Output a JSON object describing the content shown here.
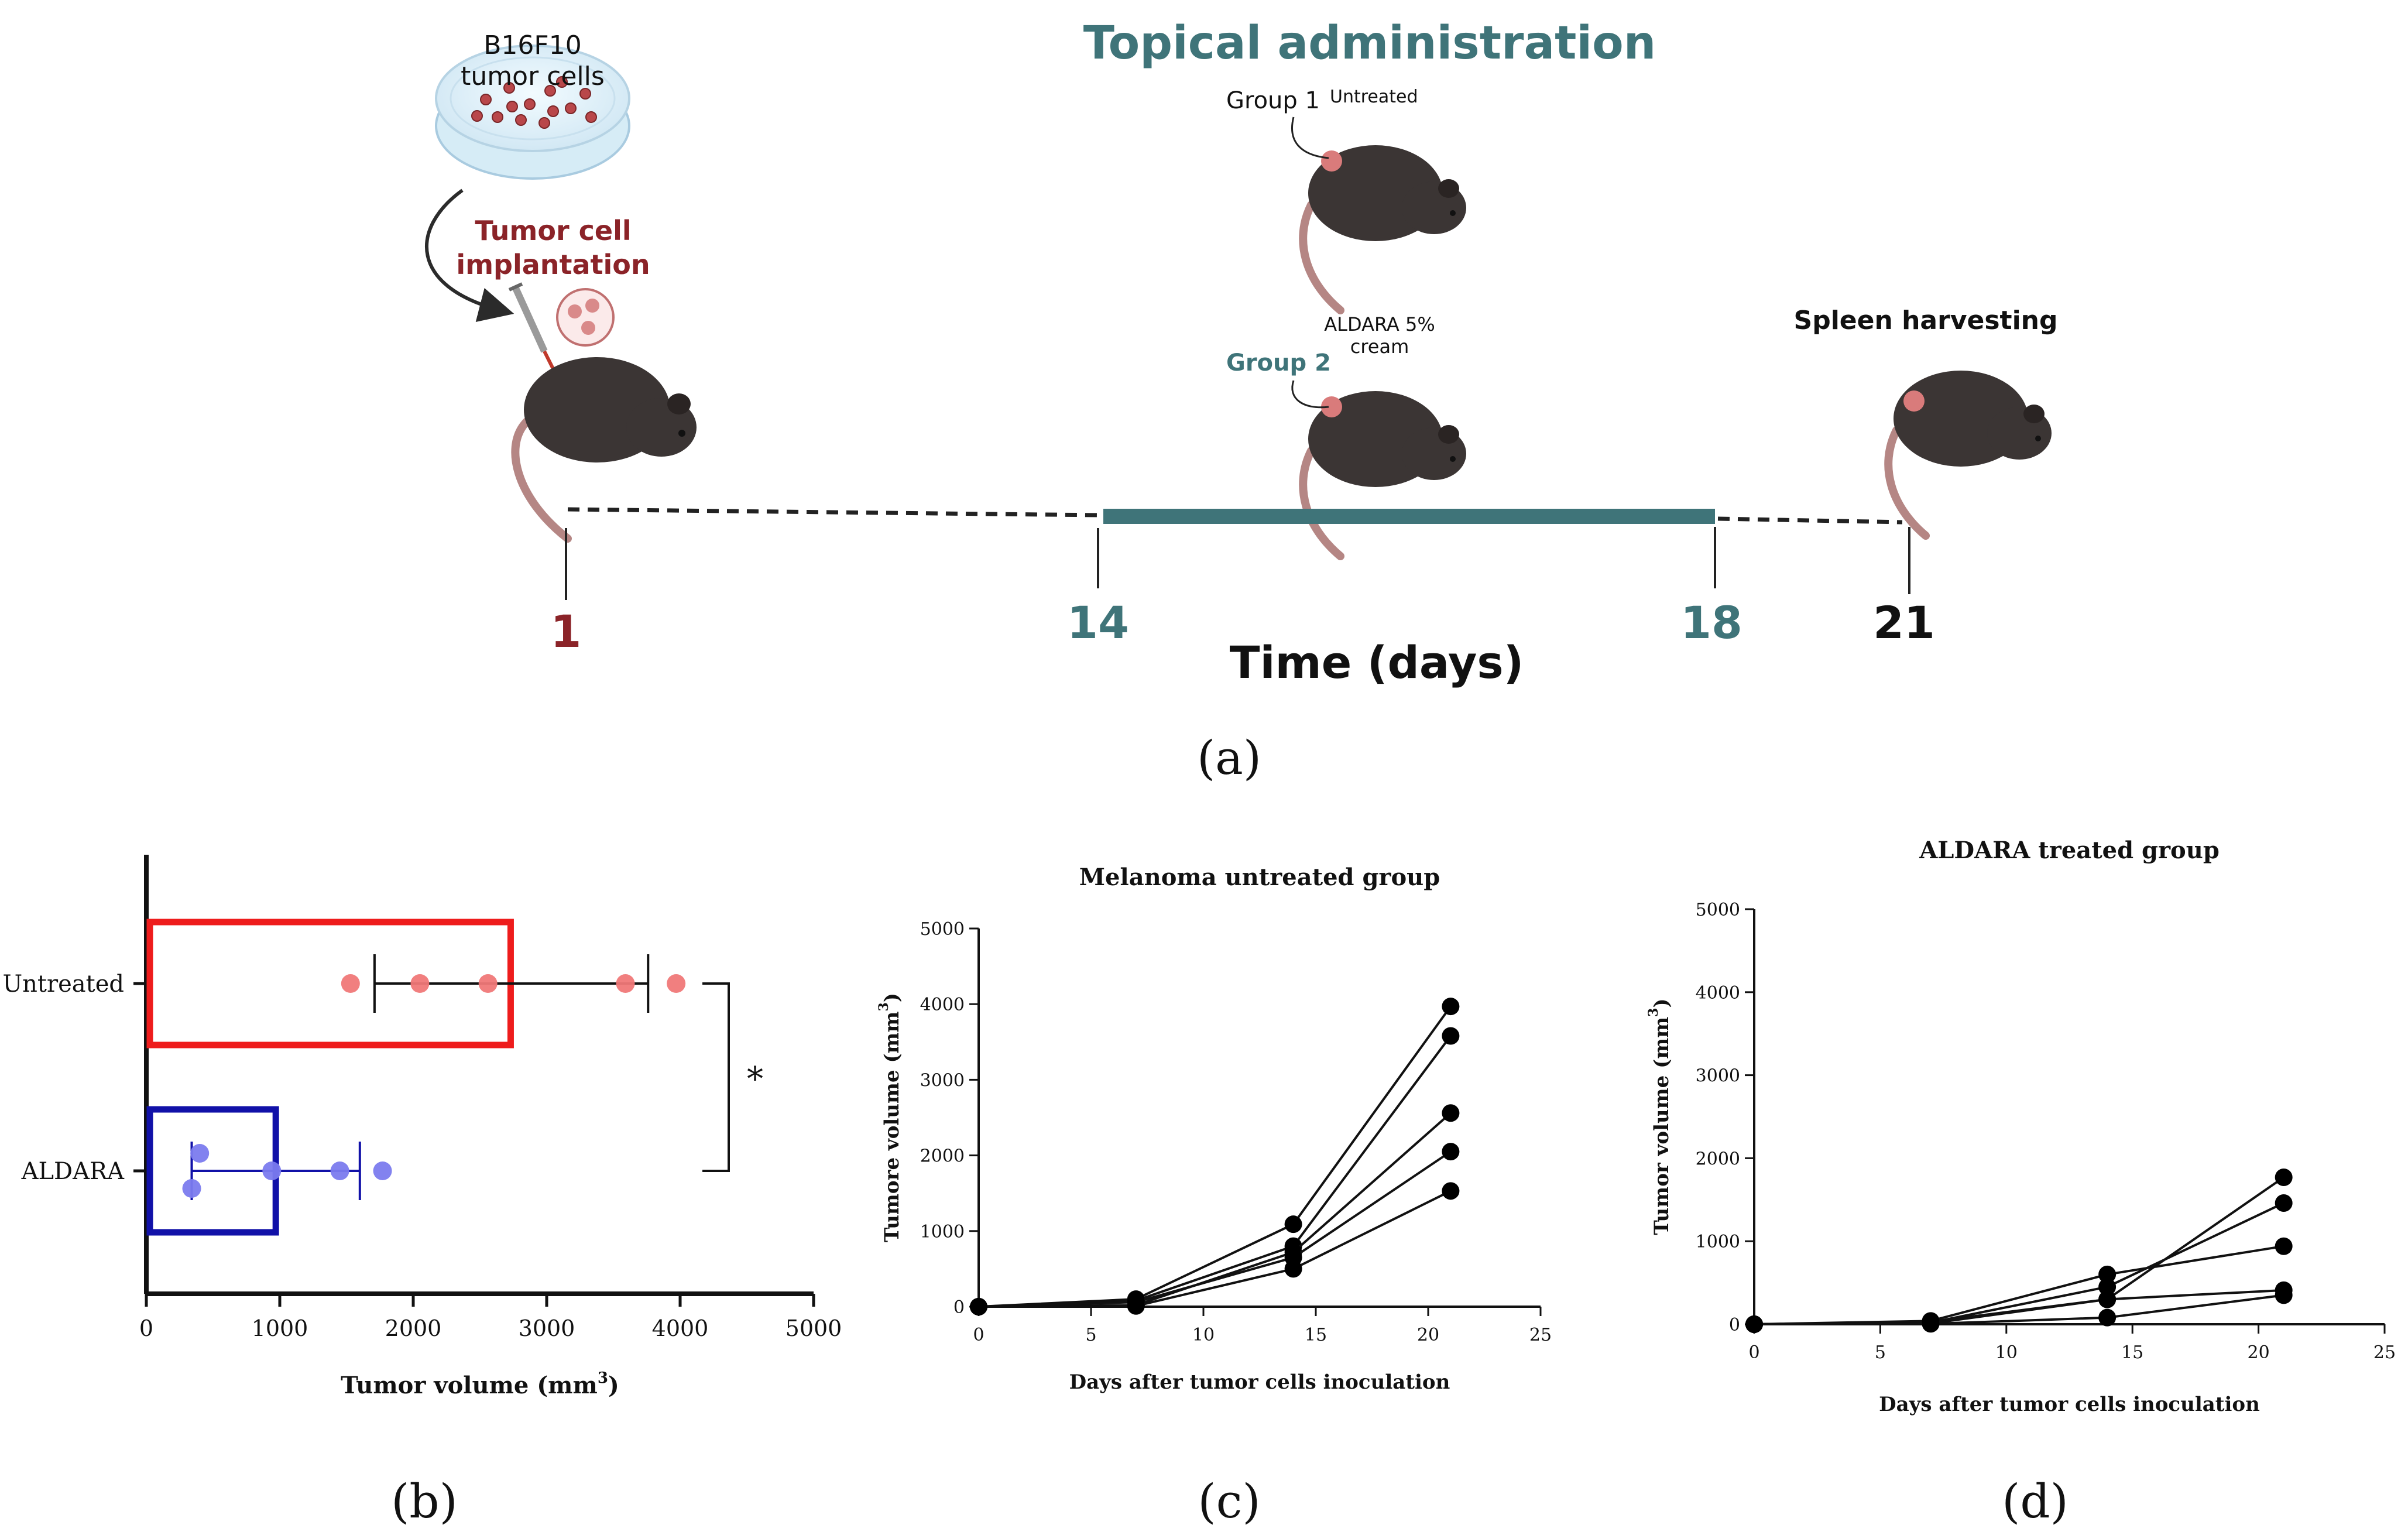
{
  "panel_a": {
    "title": "Topical administration",
    "cells_label_1": "B16F10",
    "cells_label_2": "tumor cells",
    "implant_label_1": "Tumor cell",
    "implant_label_2": "implantation",
    "group1_label": "Group 1",
    "group1_treatment": "Untreated",
    "group2_label": "Group 2",
    "group2_treatment_1": "ALDARA 5%",
    "group2_treatment_2": "cream",
    "harvest_label": "Spleen harvesting",
    "day1": "1",
    "day14": "14",
    "day18": "18",
    "day21": "21",
    "axis_label": "Time (days)",
    "caption": "(a)",
    "colors": {
      "teal": "#3f7479",
      "darkred": "#8b2328",
      "mouse": "#3b3534",
      "tail": "#b58684"
    }
  },
  "chart_data": [
    {
      "type": "bar",
      "orientation": "horizontal",
      "categories": [
        "Untreated",
        "ALDARA"
      ],
      "values": [
        2730,
        970
      ],
      "error_low": [
        1710,
        340
      ],
      "error_high": [
        3760,
        1600
      ],
      "points": [
        [
          1530,
          2050,
          2560,
          3590,
          3970
        ],
        [
          340,
          400,
          940,
          1450,
          1770
        ]
      ],
      "colors": [
        "#ee1c1c",
        "#1111a8"
      ],
      "point_colors": [
        "#f07878",
        "#7b7bee"
      ],
      "xlabel": "Tumor volume (mm",
      "xlabel_sup": "3",
      "xlabel_end": ")",
      "xlim": [
        0,
        5000
      ],
      "xticks": [
        0,
        1000,
        2000,
        3000,
        4000,
        5000
      ],
      "significance": "*",
      "caption": "(b)"
    },
    {
      "type": "line",
      "title": "Melanoma untreated group",
      "xlabel": "Days after tumor cells inoculation",
      "ylabel": "Tumore volume (mm",
      "ylabel_sup": "3",
      "ylabel_end": ")",
      "xlim": [
        0,
        25
      ],
      "ylim": [
        0,
        5000
      ],
      "xticks": [
        0,
        5,
        10,
        15,
        20,
        25
      ],
      "yticks": [
        0,
        1000,
        2000,
        3000,
        4000,
        5000
      ],
      "x": [
        0,
        7,
        14,
        21
      ],
      "series": [
        {
          "values": [
            0,
            100,
            1090,
            3970
          ]
        },
        {
          "values": [
            0,
            80,
            800,
            3580
          ]
        },
        {
          "values": [
            0,
            20,
            720,
            2560
          ]
        },
        {
          "values": [
            0,
            60,
            650,
            2050
          ]
        },
        {
          "values": [
            0,
            10,
            500,
            1530
          ]
        }
      ],
      "caption": "(c)"
    },
    {
      "type": "line",
      "title": "ALDARA treated group",
      "xlabel": "Days after tumor cells inoculation",
      "ylabel": "Tumor volume (mm",
      "ylabel_sup": "3",
      "ylabel_end": ")",
      "xlim": [
        0,
        25
      ],
      "ylim": [
        0,
        5000
      ],
      "xticks": [
        0,
        5,
        10,
        15,
        20,
        25
      ],
      "yticks": [
        0,
        1000,
        2000,
        3000,
        4000,
        5000
      ],
      "x": [
        0,
        7,
        14,
        21
      ],
      "series": [
        {
          "values": [
            0,
            30,
            300,
            1770
          ]
        },
        {
          "values": [
            0,
            20,
            450,
            1460
          ]
        },
        {
          "values": [
            0,
            40,
            600,
            940
          ]
        },
        {
          "values": [
            0,
            10,
            300,
            410
          ]
        },
        {
          "values": [
            0,
            5,
            80,
            350
          ]
        }
      ],
      "caption": "(d)"
    }
  ]
}
